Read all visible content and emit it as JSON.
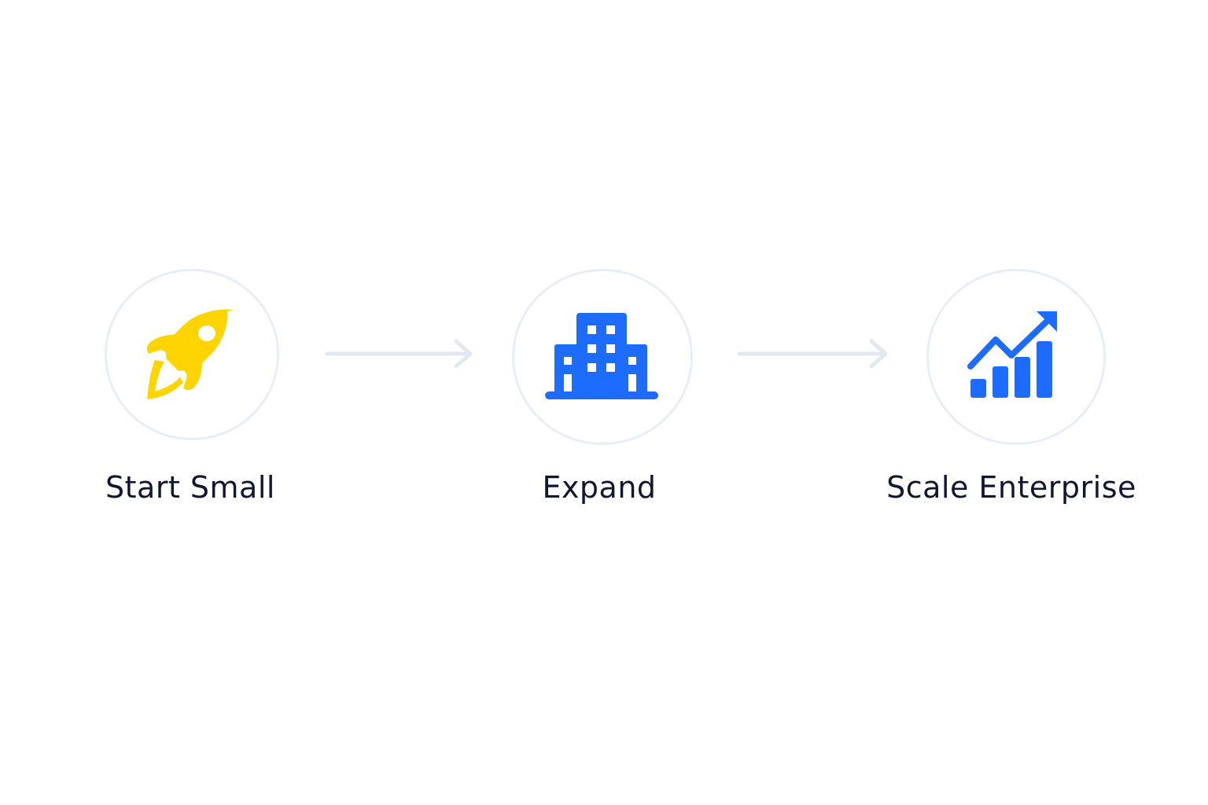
{
  "steps": [
    {
      "label": "Start Small",
      "icon": "rocket-icon",
      "color": "#FFD400"
    },
    {
      "label": "Expand",
      "icon": "building-icon",
      "color": "#1E6BFF"
    },
    {
      "label": "Scale Enterprise",
      "icon": "growth-chart-icon",
      "color": "#1E6BFF"
    }
  ],
  "colors": {
    "circle_border": "#E8EDF7",
    "arrow": "#E3E8EF",
    "text": "#111733",
    "background": "#FFFFFF"
  }
}
